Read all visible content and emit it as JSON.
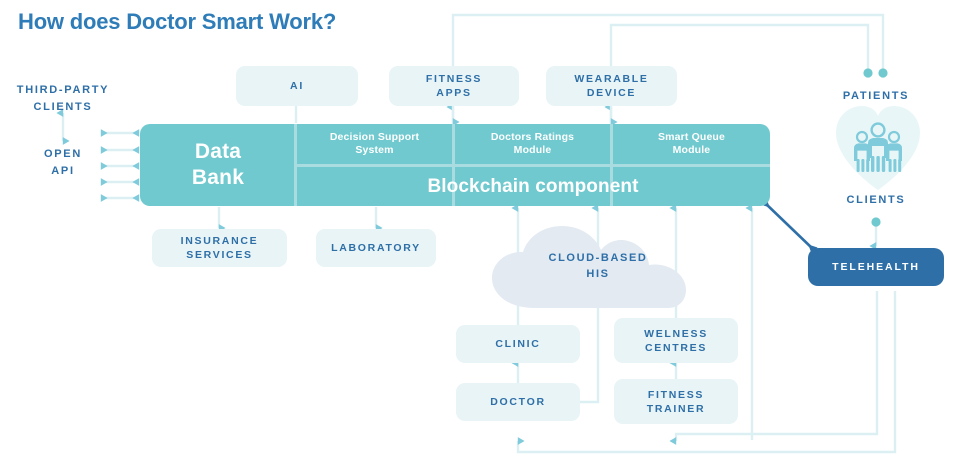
{
  "page": {
    "title": "How does Doctor Smart Work?"
  },
  "colors": {
    "title_blue": "#2E7CB8",
    "label_blue": "#2E6FA8",
    "teal": "#6FC9CE",
    "teal_divider": "#A8DCE0",
    "chip_bg": "#E8F4F5",
    "cloud": "#E3EAF2",
    "heart": "#E9F6F7",
    "people_icon": "#7FCBDB",
    "telehealth_bg": "#2E6FA8",
    "wire_light": "#DCEFF2",
    "wire_arrow": "#7FCBDB",
    "wire_dark": "#2E6FA8"
  },
  "left_column": {
    "third_party_clients": "THIRD-PARTY\nCLIENTS",
    "open_api": "OPEN\nAPI"
  },
  "top_inputs": [
    {
      "name": "ai",
      "label": "AI"
    },
    {
      "name": "fitness-apps",
      "label": "FITNESS\nAPPS"
    },
    {
      "name": "wearable-device",
      "label": "WEARABLE\nDEVICE"
    }
  ],
  "core": {
    "data_bank": "Data\nBank",
    "modules": [
      {
        "name": "decision-support-system",
        "label": "Decision Support\nSystem"
      },
      {
        "name": "doctors-ratings-module",
        "label": "Doctors Ratings\nModule"
      },
      {
        "name": "smart-queue-module",
        "label": "Smart Queue\nModule"
      }
    ],
    "blockchain": "Blockchain component"
  },
  "lower_left": [
    {
      "name": "insurance-services",
      "label": "INSURANCE\nSERVICES"
    },
    {
      "name": "laboratory",
      "label": "LABORATORY"
    }
  ],
  "cloud": {
    "label": "CLOUD-BASED\nHIS"
  },
  "providers": [
    {
      "name": "clinic",
      "label": "CLINIC"
    },
    {
      "name": "welness-centres",
      "label": "WELNESS\nCENTRES"
    },
    {
      "name": "doctor",
      "label": "DOCTOR"
    },
    {
      "name": "fitness-trainer",
      "label": "FITNESS\nTRAINER"
    }
  ],
  "right_column": {
    "patients": "PATIENTS",
    "clients": "CLIENTS",
    "telehealth": "TELEHEALTH"
  },
  "icons": {
    "heart": "heart-icon",
    "people": "people-group-icon"
  }
}
